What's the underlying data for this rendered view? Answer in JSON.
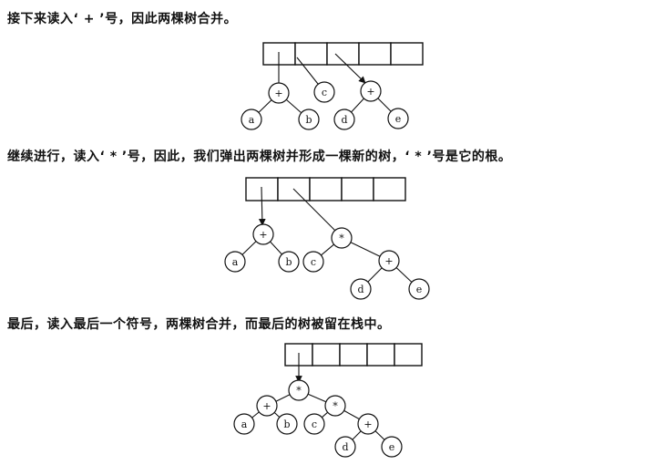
{
  "captions": {
    "c1": "接下来读入‘ + ’号，因此两棵树合并。",
    "c2": "继续进行，读入‘ * ’号，因此，我们弹出两棵树并形成一棵新的树，‘ * ’号是它的根。",
    "c3": "最后，读入最后一个符号，两棵树合并，而最后的树被留在栈中。"
  },
  "stacks": [
    {
      "nodes": [
        {
          "id": "p1",
          "label": "+"
        },
        {
          "id": "a",
          "label": "a"
        },
        {
          "id": "b",
          "label": "b"
        },
        {
          "id": "c",
          "label": "c"
        },
        {
          "id": "p2",
          "label": "+"
        },
        {
          "id": "d",
          "label": "d"
        },
        {
          "id": "e",
          "label": "e"
        }
      ]
    },
    {
      "nodes": [
        {
          "id": "p1",
          "label": "+"
        },
        {
          "id": "a",
          "label": "a"
        },
        {
          "id": "b",
          "label": "b"
        },
        {
          "id": "m",
          "label": "*"
        },
        {
          "id": "c",
          "label": "c"
        },
        {
          "id": "p2",
          "label": "+"
        },
        {
          "id": "d",
          "label": "d"
        },
        {
          "id": "e",
          "label": "e"
        }
      ]
    },
    {
      "nodes": [
        {
          "id": "r",
          "label": "*"
        },
        {
          "id": "p1",
          "label": "+"
        },
        {
          "id": "a",
          "label": "a"
        },
        {
          "id": "b",
          "label": "b"
        },
        {
          "id": "m",
          "label": "*"
        },
        {
          "id": "c",
          "label": "c"
        },
        {
          "id": "p2",
          "label": "+"
        },
        {
          "id": "d",
          "label": "d"
        },
        {
          "id": "e",
          "label": "e"
        }
      ]
    }
  ]
}
